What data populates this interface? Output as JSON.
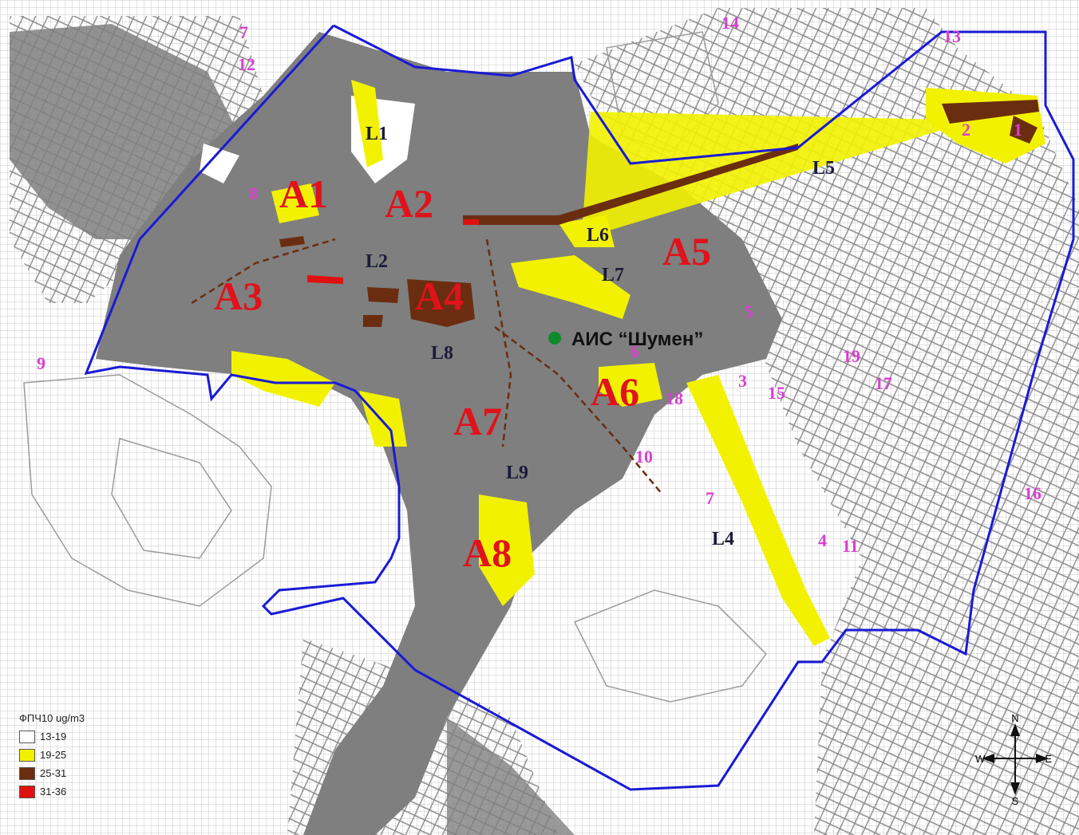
{
  "legend": {
    "title": "ФПЧ10 ug/m3",
    "items": [
      {
        "label": "13-19",
        "color": "#ffffff"
      },
      {
        "label": "19-25",
        "color": "#f2f200"
      },
      {
        "label": "25-31",
        "color": "#6b2d10"
      },
      {
        "label": "31-36",
        "color": "#e01010"
      }
    ]
  },
  "colors": {
    "grid": "#c9c9c9",
    "urban": "#7f7f7f",
    "boundary": "#1a1ad6",
    "zone_label": "#e0121b",
    "line_label": "#1b1b3a",
    "source_label": "#d93fd0",
    "station": "#0f8a2a"
  },
  "zones": [
    "A1",
    "A2",
    "A3",
    "A4",
    "A5",
    "A6",
    "A7",
    "A8"
  ],
  "lines": [
    "L1",
    "L2",
    "L4",
    "L5",
    "L6",
    "L7",
    "L8",
    "L9"
  ],
  "sources": [
    "1",
    "2",
    "3",
    "4",
    "5",
    "6",
    "7",
    "7",
    "8",
    "9",
    "10",
    "11",
    "12",
    "13",
    "14",
    "15",
    "16",
    "17",
    "18",
    "19"
  ],
  "station": {
    "label": "АИС “Шумен”"
  },
  "compass": {
    "n": "N",
    "s": "S",
    "e": "E",
    "w": "W"
  }
}
